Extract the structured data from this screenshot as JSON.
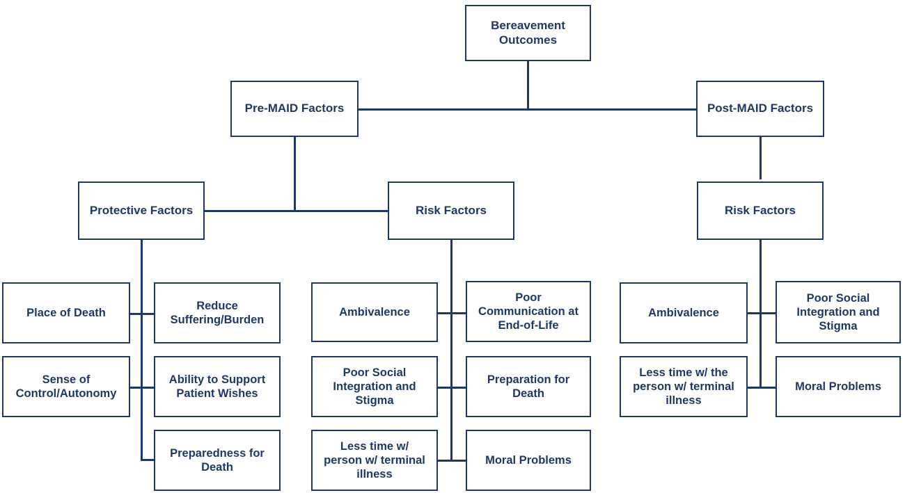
{
  "meta": {
    "title": "Bereavement Outcomes Factor Diagram",
    "accent_color": "#1F3864",
    "background_color": "#FFFFFF",
    "border_color": "#1F3864"
  },
  "nodes": {
    "root": {
      "label": "Bereavement\nOutcomes"
    },
    "pre_maid": {
      "label": "Pre-MAID Factors"
    },
    "post_maid": {
      "label": "Post-MAID Factors"
    },
    "pre_protective": {
      "label": "Protective Factors"
    },
    "pre_risk": {
      "label": "Risk Factors"
    },
    "post_risk": {
      "label": "Risk Factors"
    }
  },
  "columns": {
    "protective_left": [
      {
        "label": "Place of Death"
      },
      {
        "label": "Sense of\nControl/Autonomy"
      }
    ],
    "protective_right": [
      {
        "label": "Reduce\nSuffering/Burden"
      },
      {
        "label": "Ability to Support\nPatient Wishes"
      },
      {
        "label": "Preparedness for\nDeath"
      }
    ],
    "pre_risk_left": [
      {
        "label": "Ambivalence"
      },
      {
        "label": "Poor Social\nIntegration and\nStigma"
      },
      {
        "label": "Less time w/\nperson w/ terminal\nillness"
      }
    ],
    "pre_risk_right": [
      {
        "label": "Poor\nCommunication at\nEnd-of-Life"
      },
      {
        "label": "Preparation for\nDeath"
      },
      {
        "label": "Moral Problems"
      }
    ],
    "post_risk_left": [
      {
        "label": "Ambivalence"
      },
      {
        "label": "Less time w/ the\nperson w/ terminal\nillness"
      }
    ],
    "post_risk_right": [
      {
        "label": "Poor Social\nIntegration and\nStigma"
      },
      {
        "label": "Moral Problems"
      }
    ]
  },
  "chart_data": {
    "type": "tree-diagram",
    "title": "Bereavement Outcomes",
    "orientation": "top-down",
    "levels": 4,
    "edges": [
      {
        "from": "Bereavement Outcomes",
        "to": "Pre-MAID Factors"
      },
      {
        "from": "Bereavement Outcomes",
        "to": "Post-MAID Factors"
      },
      {
        "from": "Pre-MAID Factors",
        "to": "Protective Factors"
      },
      {
        "from": "Pre-MAID Factors",
        "to": "Risk Factors (Pre-MAID)"
      },
      {
        "from": "Post-MAID Factors",
        "to": "Risk Factors (Post-MAID)"
      },
      {
        "from": "Protective Factors",
        "to": "Place of Death"
      },
      {
        "from": "Protective Factors",
        "to": "Reduce Suffering/Burden"
      },
      {
        "from": "Protective Factors",
        "to": "Sense of Control/Autonomy"
      },
      {
        "from": "Protective Factors",
        "to": "Ability to Support Patient Wishes"
      },
      {
        "from": "Protective Factors",
        "to": "Preparedness for Death"
      },
      {
        "from": "Risk Factors (Pre-MAID)",
        "to": "Ambivalence"
      },
      {
        "from": "Risk Factors (Pre-MAID)",
        "to": "Poor Communication at End-of-Life"
      },
      {
        "from": "Risk Factors (Pre-MAID)",
        "to": "Poor Social Integration and Stigma"
      },
      {
        "from": "Risk Factors (Pre-MAID)",
        "to": "Preparation for Death"
      },
      {
        "from": "Risk Factors (Pre-MAID)",
        "to": "Less time w/ person w/ terminal illness"
      },
      {
        "from": "Risk Factors (Pre-MAID)",
        "to": "Moral Problems"
      },
      {
        "from": "Risk Factors (Post-MAID)",
        "to": "Ambivalence"
      },
      {
        "from": "Risk Factors (Post-MAID)",
        "to": "Poor Social Integration and Stigma"
      },
      {
        "from": "Risk Factors (Post-MAID)",
        "to": "Less time w/ the person w/ terminal illness"
      },
      {
        "from": "Risk Factors (Post-MAID)",
        "to": "Moral Problems"
      }
    ]
  }
}
